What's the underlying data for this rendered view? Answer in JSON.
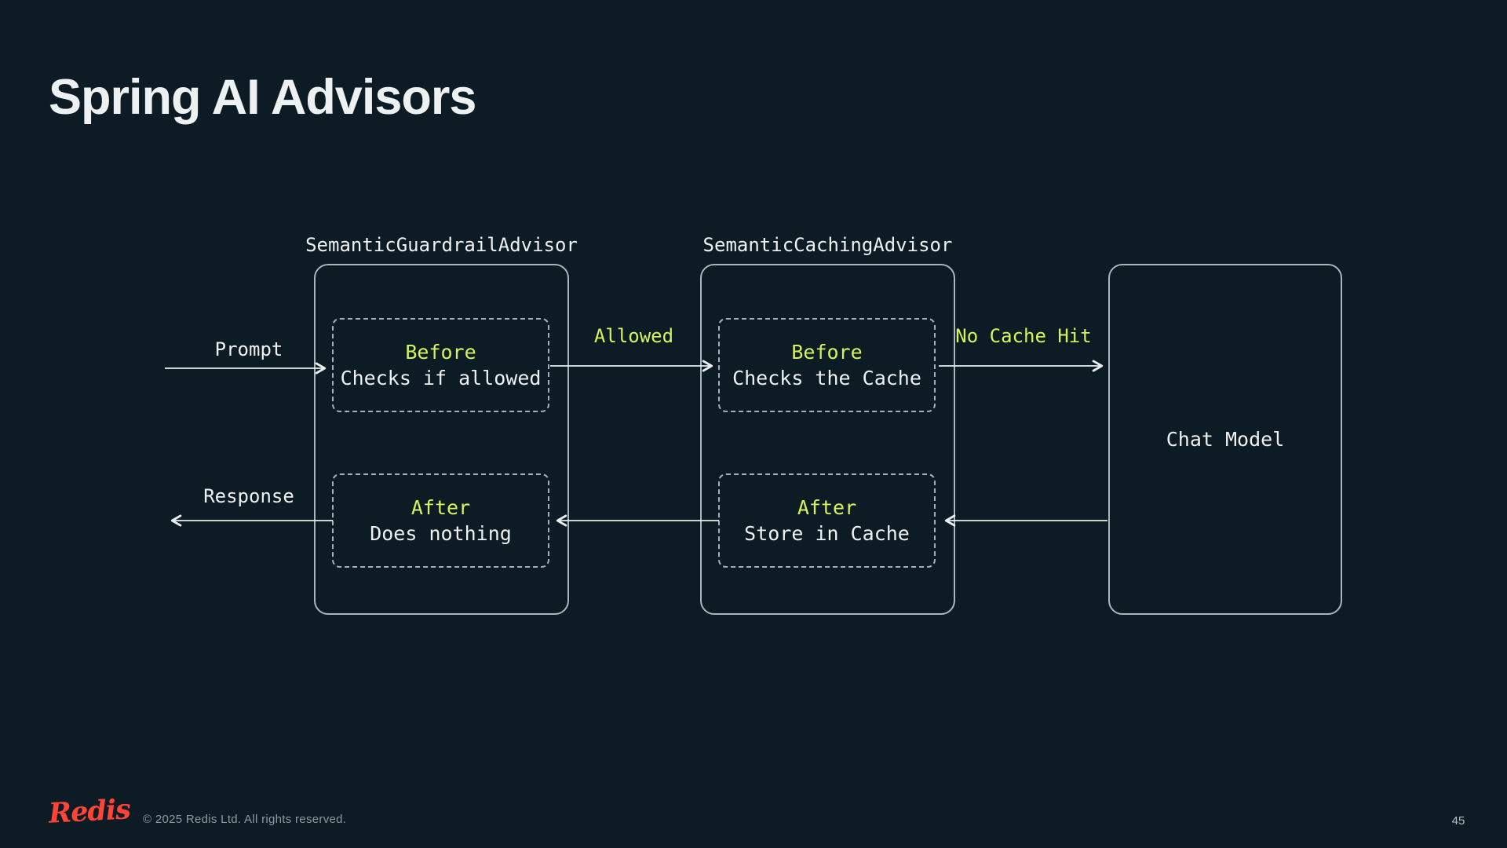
{
  "colors": {
    "background": "#0d1c24",
    "accent_green": "#d7f35b",
    "box_border": "#a9b6bc",
    "dashed_border": "#a3b0b6",
    "text_primary": "#edf1f2",
    "arrow": "#e9eef0",
    "redis_red": "#ff4438",
    "footer_text": "#8d99a0",
    "page_number": "#b3bec4"
  },
  "slide": {
    "title": "Spring AI Advisors",
    "page_number": "45"
  },
  "footer": {
    "logo_text": "Redis",
    "copyright": "© 2025 Redis Ltd. All rights reserved."
  },
  "diagram": {
    "advisors": [
      {
        "label": "SemanticGuardrailAdvisor",
        "before_title": "Before",
        "before_desc": "Checks if allowed",
        "after_title": "After",
        "after_desc": "Does nothing"
      },
      {
        "label": "SemanticCachingAdvisor",
        "before_title": "Before",
        "before_desc": "Checks the Cache",
        "after_title": "After",
        "after_desc": "Store in Cache"
      }
    ],
    "chat_model_label": "Chat Model",
    "arrow_labels": {
      "prompt": "Prompt",
      "allowed": "Allowed",
      "no_cache_hit": "No Cache Hit",
      "response": "Response"
    }
  }
}
